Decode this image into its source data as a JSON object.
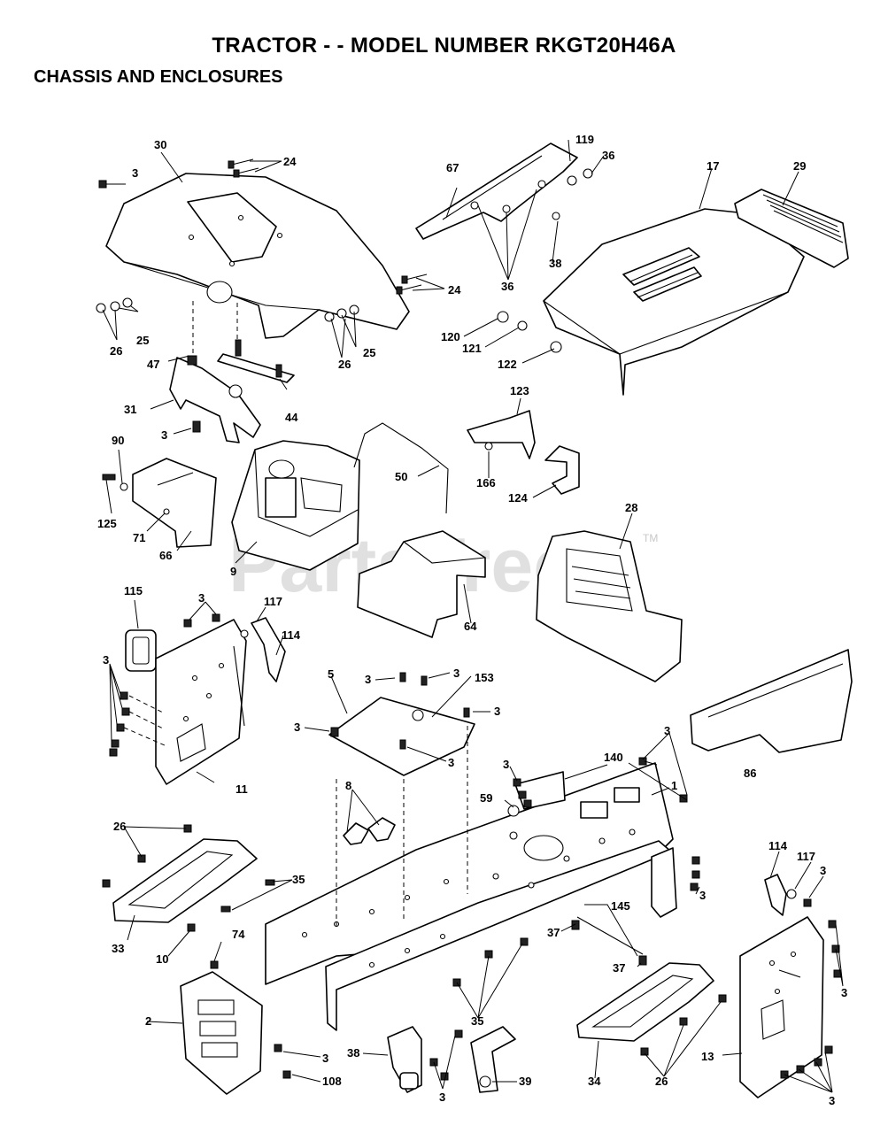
{
  "header": {
    "title": "TRACTOR - - MODEL NUMBER RKGT20H46A",
    "subtitle": "CHASSIS AND ENCLOSURES"
  },
  "watermark": {
    "text": "PartsTree",
    "mark": "TM"
  },
  "parts": {
    "p1": "1",
    "p2": "2",
    "p3": "3",
    "p5": "5",
    "p8": "8",
    "p9": "9",
    "p10": "10",
    "p11": "11",
    "p13": "13",
    "p17": "17",
    "p24": "24",
    "p25": "25",
    "p26": "26",
    "p28": "28",
    "p29": "29",
    "p30": "30",
    "p31": "31",
    "p33": "33",
    "p34": "34",
    "p35": "35",
    "p36": "36",
    "p37": "37",
    "p38": "38",
    "p39": "39",
    "p44": "44",
    "p47": "47",
    "p50": "50",
    "p59": "59",
    "p64": "64",
    "p66": "66",
    "p67": "67",
    "p71": "71",
    "p74": "74",
    "p86": "86",
    "p90": "90",
    "p108": "108",
    "p114": "114",
    "p115": "115",
    "p117": "117",
    "p119": "119",
    "p120": "120",
    "p121": "121",
    "p122": "122",
    "p123": "123",
    "p124": "124",
    "p125": "125",
    "p140": "140",
    "p145": "145",
    "p153": "153",
    "p166": "166"
  }
}
